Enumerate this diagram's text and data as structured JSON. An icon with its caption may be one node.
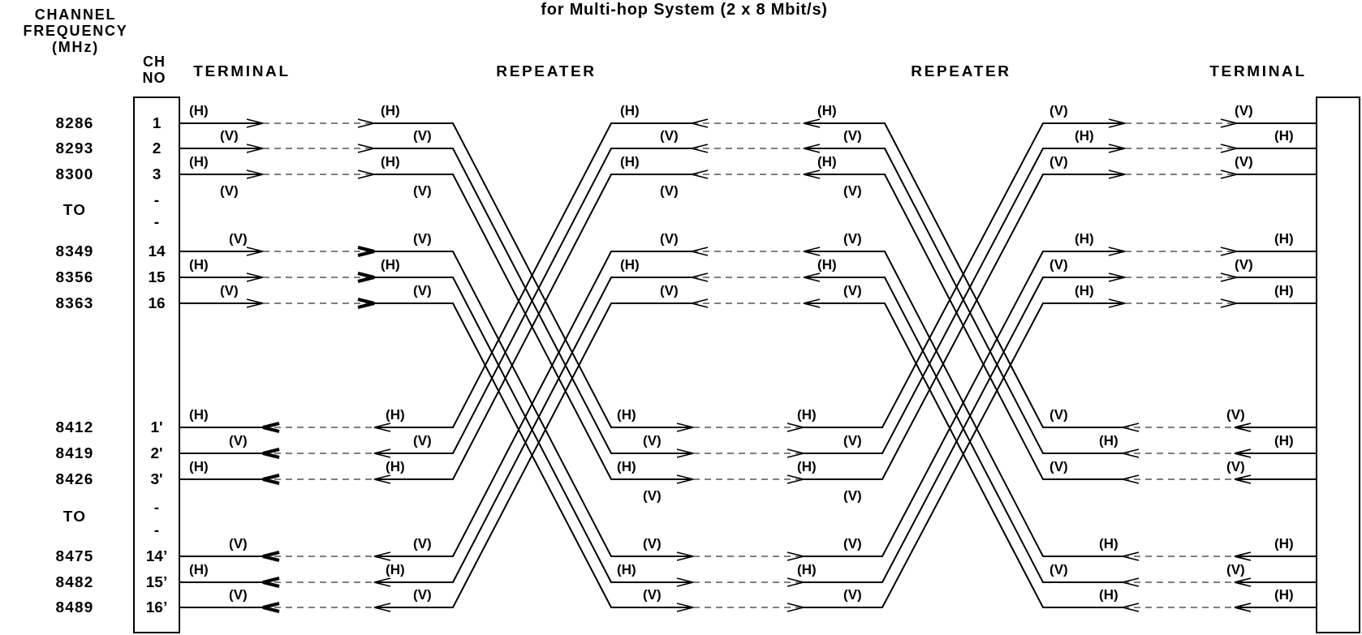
{
  "diagram": {
    "title": "for Multi-hop System (2 x 8 Mbit/s)",
    "nodes": [
      {
        "text": [
          "1",
          "2",
          "3",
          "-",
          "-",
          "14",
          "15",
          "16",
          "1'",
          "2'",
          "3'",
          "-",
          "-",
          "14’",
          "15’",
          "16’"
        ]
      },
      {
        "text": [],
        "shape": "box"
      }
    ],
    "labels": [
      "CHANNEL FREQUENCY (MHz)",
      "CH NO",
      "TERMINAL",
      "REPEATER",
      "REPEATER",
      "TERMINAL",
      "(H)",
      "(H)",
      "(H)",
      "(H)",
      "(V)",
      "(V)",
      "8286",
      "(V)",
      "(V)",
      "(V)",
      "(V)",
      "(H)",
      "(H)",
      "8293",
      "(H)",
      "(H)",
      "(H)",
      "(H)",
      "(V)",
      "(V)",
      "8300",
      "(V)",
      "(V)",
      "(V)",
      "(V)",
      "TO",
      "(V)",
      "(V)",
      "(V)",
      "(V)",
      "(H)",
      "(H)",
      "8349",
      "(H)",
      "(H)",
      "(H)",
      "(H)",
      "(V)",
      "(V)",
      "8356",
      "(V)",
      "(V)",
      "(V)",
      "(V)",
      "(H)",
      "(H)",
      "8363",
      "(H)",
      "(H)",
      "(H)",
      "(H)",
      "(V)",
      "(V)",
      "8412",
      "(V)",
      "(V)",
      "(V)",
      "(V)",
      "(H)",
      "(H)",
      "8419",
      "(H)",
      "(H)",
      "(H)",
      "(H)",
      "(V)",
      "(V)",
      "8426",
      "(V)",
      "(V)",
      "TO",
      "(V)",
      "(V)",
      "(V)",
      "(V)",
      "(H)",
      "(H)",
      "8475",
      "(H)",
      "(H)",
      "(H)",
      "(H)",
      "(V)",
      "(V)",
      "8482",
      "(V)",
      "(V)",
      "(V)",
      "(V)",
      "(H)",
      "(H)",
      "8489"
    ]
  }
}
